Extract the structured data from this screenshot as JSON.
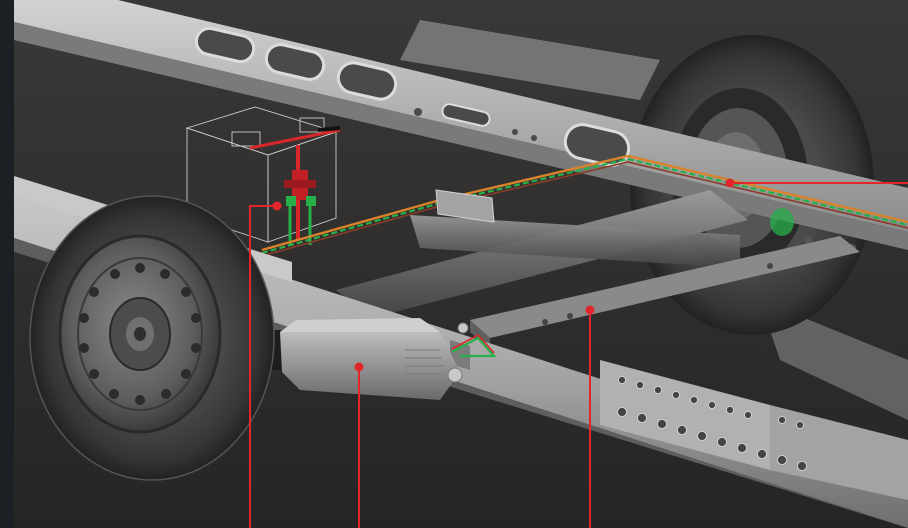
{
  "palette": {
    "background": "#2f2d2c",
    "left_band": "#1c2024",
    "chassis_light": "#b9b9b9",
    "chassis_mid": "#8d8d8d",
    "chassis_dark": "#5a5a5a",
    "tyre": "#3a3a3a",
    "callout_red": "#e1262c",
    "wire_green": "#27b04a",
    "wire_orange": "#d9822b",
    "wire_red": "#d8272a",
    "outline_white": "#e6e6e6"
  },
  "callouts": [
    {
      "id": "electrical-unit"
    },
    {
      "id": "axle-suspension-unit"
    },
    {
      "id": "cross-member"
    },
    {
      "id": "cable-harness"
    }
  ]
}
